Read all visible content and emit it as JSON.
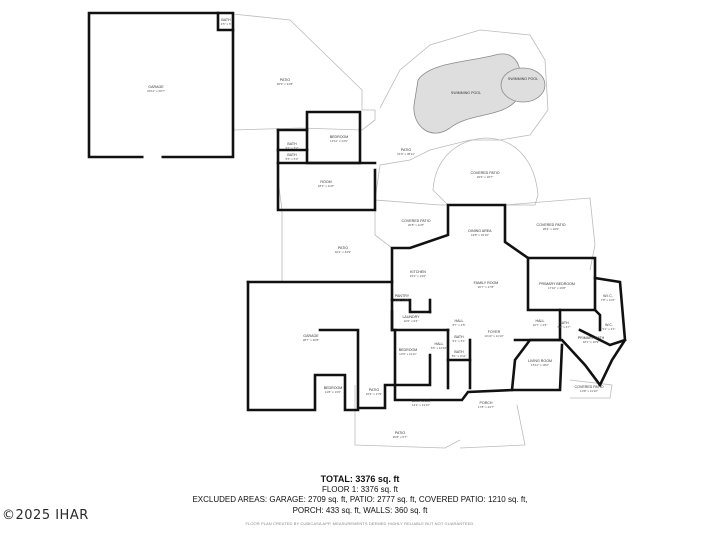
{
  "rooms": {
    "garage_top": {
      "name": "GARAGE",
      "dims": "30'11\" x 30'7\""
    },
    "bath_top": {
      "name": "BATH",
      "dims": "4'5\" x 5'"
    },
    "patio_top": {
      "name": "PATIO",
      "dims": "30'9\" x 31'8\""
    },
    "swimming_pool": {
      "name": "SWIMMING POOL"
    },
    "swimming_pool_2": {
      "name": "SWIMMING POOL"
    },
    "bedroom_guest": {
      "name": "BEDROOM",
      "dims": "13'11\" x 14'6\""
    },
    "bath_guest": {
      "name": "BATH",
      "dims": "9'2\" x 5'2\""
    },
    "bath_guest_2": {
      "name": "BATH",
      "dims": "5'5\" x 5'3\""
    },
    "room_guest": {
      "name": "ROOM",
      "dims": "18'4\" x 11'8\""
    },
    "patio_center": {
      "name": "PATIO",
      "dims": "31'6\" x 38'11\""
    },
    "covered_patio_east": {
      "name": "COVERED PATIO",
      "dims": "29'6\" x 18'7\""
    },
    "covered_patio_1": {
      "name": "COVERED PATIO",
      "dims": "20'8\" x 11'8\""
    },
    "dining_area": {
      "name": "DINING AREA",
      "dims": "19'8\" x 15'10\""
    },
    "covered_patio_2": {
      "name": "COVERED PATIO",
      "dims": "28'4\" x 10'6\""
    },
    "patio_mid": {
      "name": "PATIO",
      "dims": "32'2\" x 44'9\""
    },
    "kitchen": {
      "name": "KITCHEN",
      "dims": "19'2\" x 13'6\""
    },
    "family_room": {
      "name": "FAMILY ROOM",
      "dims": "20'7\" x 17'8\""
    },
    "primary_bedroom": {
      "name": "PRIMARY BEDROOM",
      "dims": "17'10\" x 16'8\""
    },
    "wic": {
      "name": "W.I.C.",
      "dims": "7'8\" x 11'6\""
    },
    "pantry": {
      "name": "PANTRY",
      "dims": "4'10\" x 4'8\""
    },
    "laundry": {
      "name": "LAUNDRY",
      "dims": "10'6\" x 6'4\""
    },
    "hall_1": {
      "name": "HALL",
      "dims": "8'7\" x 4'5\""
    },
    "hall_2": {
      "name": "HALL",
      "dims": "10'7\" x 4'6\""
    },
    "foyer": {
      "name": "FOYER",
      "dims": "14'10\" x 11'10\""
    },
    "bath_primary": {
      "name": "BATH",
      "dims": "5'6\" x 4'7\""
    },
    "primary_bath": {
      "name": "PRIMARY BATH",
      "dims": "18'1\" x 16'9\""
    },
    "wc": {
      "name": "W.C.",
      "dims": "5'1\" x 3'1\""
    },
    "garage_main": {
      "name": "GARAGE",
      "dims": "38'7\" x 36'8\""
    },
    "bedroom_1": {
      "name": "BEDROOM",
      "dims": "13'9\" x 11'11\""
    },
    "hall_3": {
      "name": "HALL",
      "dims": "5'6\" x 10'10\""
    },
    "bath_mid": {
      "name": "BATH",
      "dims": "8'1\" x 4'11\""
    },
    "bath_mid_2": {
      "name": "BATH",
      "dims": "5'1\" x 5'1\""
    },
    "living_room": {
      "name": "LIVING ROOM",
      "dims": "15'11\" x 18'6\""
    },
    "covered_patio_3": {
      "name": "COVERED PATIO",
      "dims": "10'8\" x 11'10\""
    },
    "bedroom_2": {
      "name": "BEDROOM",
      "dims": "11'8\" x 13'6\""
    },
    "patio_small": {
      "name": "PATIO",
      "dims": "10'6\" x 17'9\""
    },
    "bedroom_3": {
      "name": "BEDROOM",
      "dims": "14'1\" x 13'10\""
    },
    "porch": {
      "name": "PORCH",
      "dims": "17'8\" x 24'7\""
    },
    "patio_bottom": {
      "name": "PATIO",
      "dims": "36'8\" x 6'7\""
    }
  },
  "summary": {
    "total": "TOTAL: 3376 sq. ft",
    "floor": "FLOOR 1: 3376 sq. ft",
    "excluded_1": "EXCLUDED AREAS: GARAGE: 2709 sq. ft, PATIO: 2777 sq. ft, COVERED PATIO: 1210 sq. ft,",
    "excluded_2": "PORCH: 433 sq. ft, WALLS: 360 sq. ft"
  },
  "credit": "FLOOR PLAN CREATED BY CUBICASA APP. MEASUREMENTS DEEMED HIGHLY RELIABLE BUT NOT GUARANTEED.",
  "copyright": "©2025 IHAR"
}
